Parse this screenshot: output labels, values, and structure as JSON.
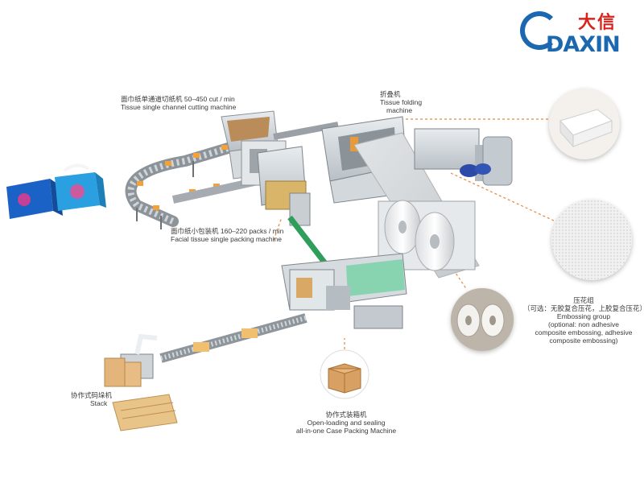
{
  "brand": {
    "name_cn": "大信",
    "name_en": "DAXIN",
    "colors": {
      "red": "#d6251f",
      "blue": "#1c68b0"
    }
  },
  "labels": {
    "cutting_cn": "面巾纸单通道切纸机    50–450 cut / min",
    "cutting_en": "Tissue single channel cutting machine",
    "folding_cn": "折叠机",
    "folding_en1": "Tissue folding",
    "folding_en2": "machine",
    "packing_cn": "面巾纸小包装机   160–220 packs / min",
    "packing_en": "Facial tissue  single packing machine",
    "embossing_cn": "压花组",
    "embossing_opt_cn": "（可选：无胶复合压花，上胶复合压花）",
    "embossing_en1": "Embossing group",
    "embossing_en2": "(optional: non adhesive",
    "embossing_en3": "composite embossing, adhesive",
    "embossing_en4": "composite embossing)",
    "stack_cn": "协作式码垛机",
    "stack_en": "Stack",
    "case_cn": "协作式装箱机",
    "case_en1": "Open-loading and sealing",
    "case_en2": "all-in-one Case Packing Machine"
  },
  "icons": [
    "logo-dragon-icon",
    "tissue-box-icon",
    "cardboard-box-icon",
    "paper-roll-icon",
    "tissue-stack-icon",
    "embossed-texture-icon",
    "pallet-icon",
    "robot-arm-icon"
  ]
}
